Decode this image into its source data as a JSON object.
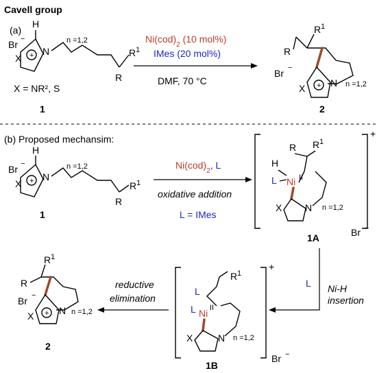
{
  "title": "Cavell group",
  "part_a": {
    "label": "(a)",
    "reagent_1": "Ni(cod)",
    "reagent_1_sub": "2",
    "reagent_1_rest": " (10 mol%)",
    "reagent_2": "IMes (20 mol%)",
    "conditions": "DMF, 70 °C",
    "x_def": "X = NR², S",
    "sm_label": "1",
    "prod_label": "2",
    "n_text": "n =1,2",
    "br": "Br",
    "minus": "−",
    "h": "H",
    "x": "X",
    "n": "N",
    "plus": "+",
    "r": "R",
    "r1": "R",
    "r1_sup": "1"
  },
  "part_b": {
    "label": "(b) Proposed mechansim:",
    "reagent_1": "Ni(cod)",
    "reagent_1_sub": "2",
    "reagent_l": ", L",
    "step_1": "oxidative addition",
    "l_def": "L = IMes",
    "sm_label": "1",
    "int_a_label": "1A",
    "int_b_label": "1B",
    "prod_label": "2",
    "step_2_l": "L",
    "step_2_line1": "Ni-H",
    "step_2_line2": "insertion",
    "step_3_line1": "reductive",
    "step_3_line2": "elimination",
    "ni": "Ni",
    "ni_ox": "II",
    "l": "L",
    "br_counter": "Br",
    "bracket_charge": "+"
  },
  "colors": {
    "ni_red": "#c0392b",
    "ligand_blue": "#1f24c8",
    "wedge_brown": "#9c4a2e"
  }
}
